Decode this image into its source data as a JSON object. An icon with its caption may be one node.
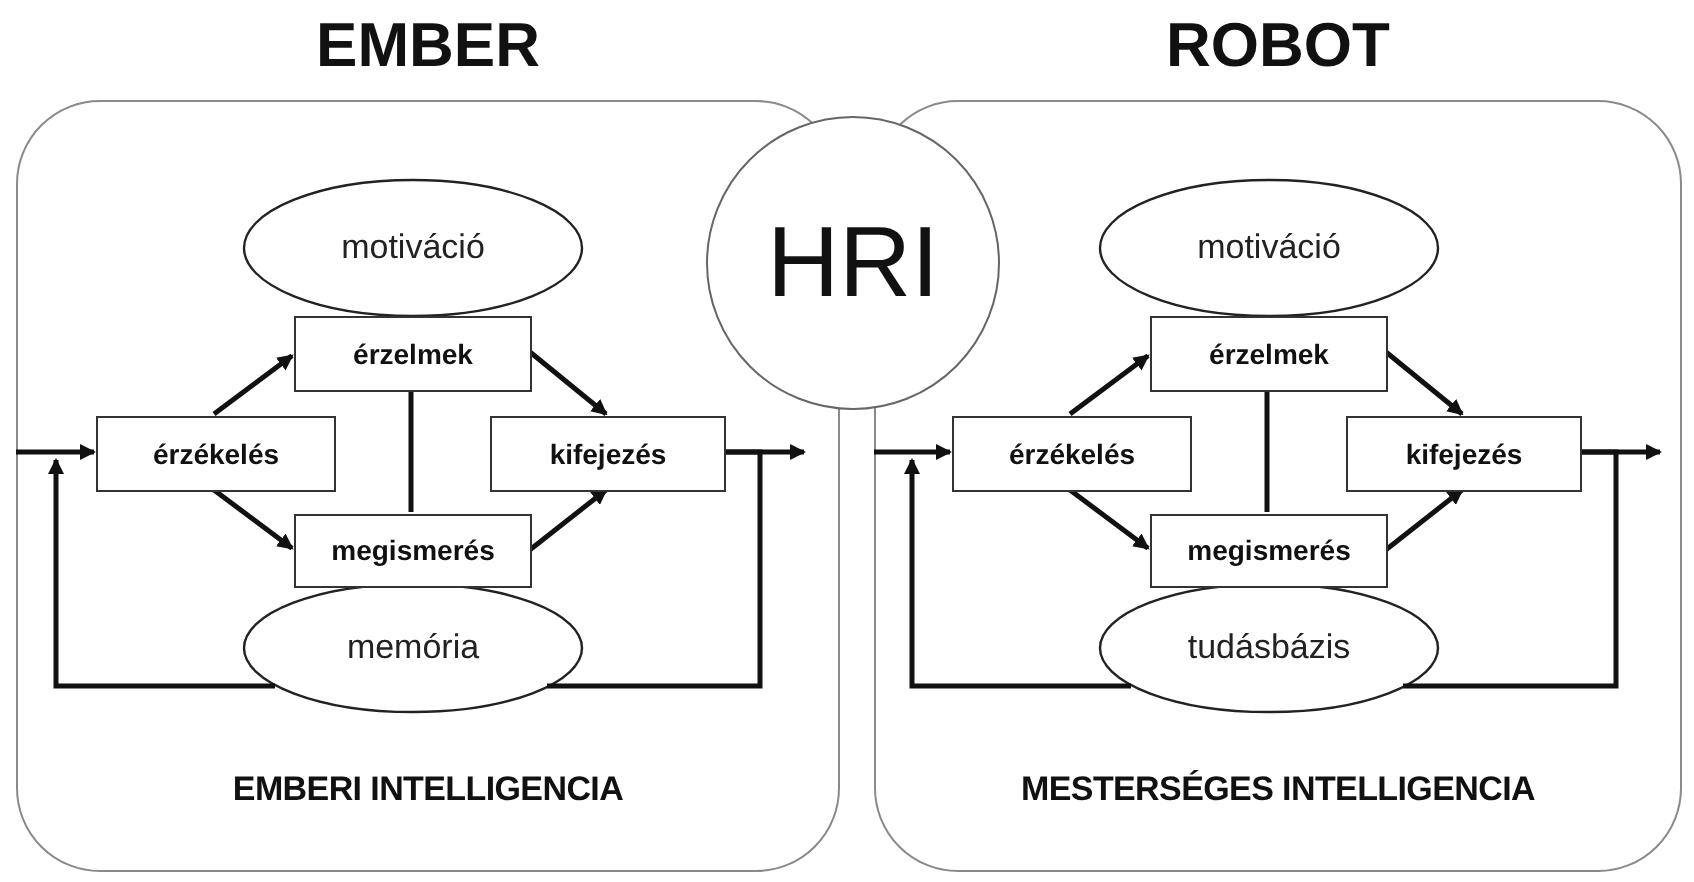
{
  "diagram": {
    "nodes": [
      {
        "text": [
          "EMBER",
          "EMBERI INTELLIGENCIA"
        ]
      },
      {
        "text": [
          "motiváció"
        ],
        "in": 0
      },
      {
        "text": [
          "érzelmek"
        ],
        "in": 0
      },
      {
        "text": [
          "érzékelés"
        ],
        "in": 0
      },
      {
        "text": [
          "kifejezés"
        ],
        "in": 0
      },
      {
        "text": [
          "megismerés"
        ],
        "in": 0
      },
      {
        "text": [
          "memória"
        ],
        "in": 0
      },
      {
        "text": [
          "HRI"
        ]
      },
      {
        "text": [
          "ROBOT",
          "MESTERSÉGES INTELLIGENCIA"
        ]
      },
      {
        "text": [
          "motiváció"
        ],
        "in": 8
      },
      {
        "text": [
          "érzelmek"
        ],
        "in": 8
      },
      {
        "text": [
          "érzékelés"
        ],
        "in": 8
      },
      {
        "text": [
          "kifejezés"
        ],
        "in": 8
      },
      {
        "text": [
          "megismerés"
        ],
        "in": 8
      },
      {
        "text": [
          "tudásbázis"
        ],
        "in": 8
      }
    ],
    "edges": [
      {
        "from": null,
        "to": 3,
        "arrow": "to"
      },
      {
        "from": 3,
        "to": 2,
        "arrow": "to"
      },
      {
        "from": 3,
        "to": 5,
        "arrow": "to"
      },
      {
        "from": 2,
        "to": 4,
        "arrow": "to"
      },
      {
        "from": 5,
        "to": 4,
        "arrow": "to"
      },
      {
        "from": 2,
        "to": 5,
        "arrow": "none"
      },
      {
        "from": 4,
        "to": null,
        "arrow": "to"
      },
      {
        "from": 4,
        "to": 6,
        "arrow": "none"
      },
      {
        "from": 6,
        "to": 3,
        "arrow": "to"
      },
      {
        "from": null,
        "to": 11,
        "arrow": "to"
      },
      {
        "from": 11,
        "to": 10,
        "arrow": "to"
      },
      {
        "from": 11,
        "to": 13,
        "arrow": "to"
      },
      {
        "from": 10,
        "to": 12,
        "arrow": "to"
      },
      {
        "from": 13,
        "to": 12,
        "arrow": "to"
      },
      {
        "from": 10,
        "to": 13,
        "arrow": "none"
      },
      {
        "from": 12,
        "to": null,
        "arrow": "to"
      },
      {
        "from": 12,
        "to": 14,
        "arrow": "none"
      },
      {
        "from": 14,
        "to": 11,
        "arrow": "to"
      }
    ]
  }
}
